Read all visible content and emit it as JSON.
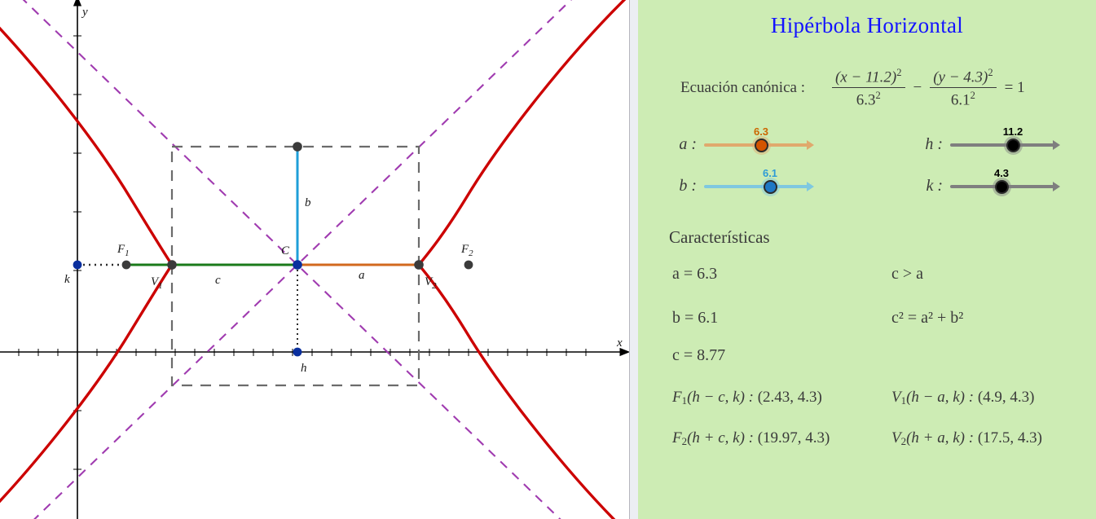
{
  "title": "Hipérbola Horizontal",
  "equation": {
    "label": "Ecuación canónica :",
    "num1": "(x − 11.2)",
    "num1_exp": "2",
    "den1": "6.3",
    "den1_exp": "2",
    "operator": "−",
    "num2": "(y − 4.3)",
    "num2_exp": "2",
    "den2": "6.1",
    "den2_exp": "2",
    "equals": "= 1"
  },
  "sliders": [
    {
      "name": "a :",
      "value": "6.3",
      "track_color": "#e0a96d",
      "knob_color": "#d35400",
      "label_color": "#cc6600"
    },
    {
      "name": "b :",
      "value": "6.1",
      "track_color": "#7fc8e0",
      "knob_color": "#1f77c4",
      "label_color": "#2e9bd6"
    },
    {
      "name": "h :",
      "value": "11.2",
      "track_color": "#7f7f7f",
      "knob_color": "#000000",
      "label_color": "#000000"
    },
    {
      "name": "k :",
      "value": "4.3",
      "track_color": "#7f7f7f",
      "knob_color": "#000000",
      "label_color": "#000000"
    }
  ],
  "characteristics": {
    "heading": "Características",
    "left": [
      "a = 6.3",
      "b = 6.1",
      "c = 8.77"
    ],
    "right": [
      "c > a",
      "c² = a² + b²"
    ],
    "relations": [
      {
        "label": "F",
        "sub": "1",
        "args": "(h − c, k) :",
        "value": "(2.43, 4.3)"
      },
      {
        "label": "F",
        "sub": "2",
        "args": "(h + c, k) :",
        "value": "(19.97, 4.3)"
      },
      {
        "label": "V",
        "sub": "1",
        "args": "(h − a, k) :",
        "value": "(4.9, 4.3)"
      },
      {
        "label": "V",
        "sub": "2",
        "args": "(h + a, k) :",
        "value": "(17.5, 4.3)"
      }
    ]
  },
  "graph": {
    "axis_x_label": "x",
    "axis_y_label": "y",
    "point_labels": {
      "center": "C",
      "vertex1": "V₁",
      "vertex2": "V₂",
      "focus1": "F₁",
      "focus2": "F₂",
      "h": "h",
      "k": "k",
      "seg_a": "a",
      "seg_b": "b",
      "seg_c": "c"
    },
    "colors": {
      "curve": "#cc0000",
      "asymptote": "#a03bb0",
      "box": "#6b6b6b",
      "seg_a": "#d2691e",
      "seg_b": "#1f9fd8",
      "seg_c": "#1a7a1a",
      "point": "#3b3b3b",
      "point_blue": "#0a2f9e",
      "axis": "#000000",
      "panel_bg": "#cdecb4",
      "title": "#1414ff"
    }
  },
  "chart_data": {
    "type": "line",
    "title": "Hipérbola Horizontal",
    "equation": "(x - 11.2)^2 / 6.3^2 - (y - 4.3)^2 / 6.1^2 = 1",
    "parameters": {
      "a": 6.3,
      "b": 6.1,
      "c": 8.77,
      "h": 11.2,
      "k": 4.3
    },
    "points": {
      "center": [
        11.2,
        4.3
      ],
      "vertex1": [
        4.9,
        4.3
      ],
      "vertex2": [
        17.5,
        4.3
      ],
      "focus1": [
        2.43,
        4.3
      ],
      "focus2": [
        19.97,
        4.3
      ]
    },
    "asymptote_slopes": [
      0.968,
      -0.968
    ],
    "xlabel": "x",
    "ylabel": "y",
    "grid": false,
    "legend": "none"
  }
}
